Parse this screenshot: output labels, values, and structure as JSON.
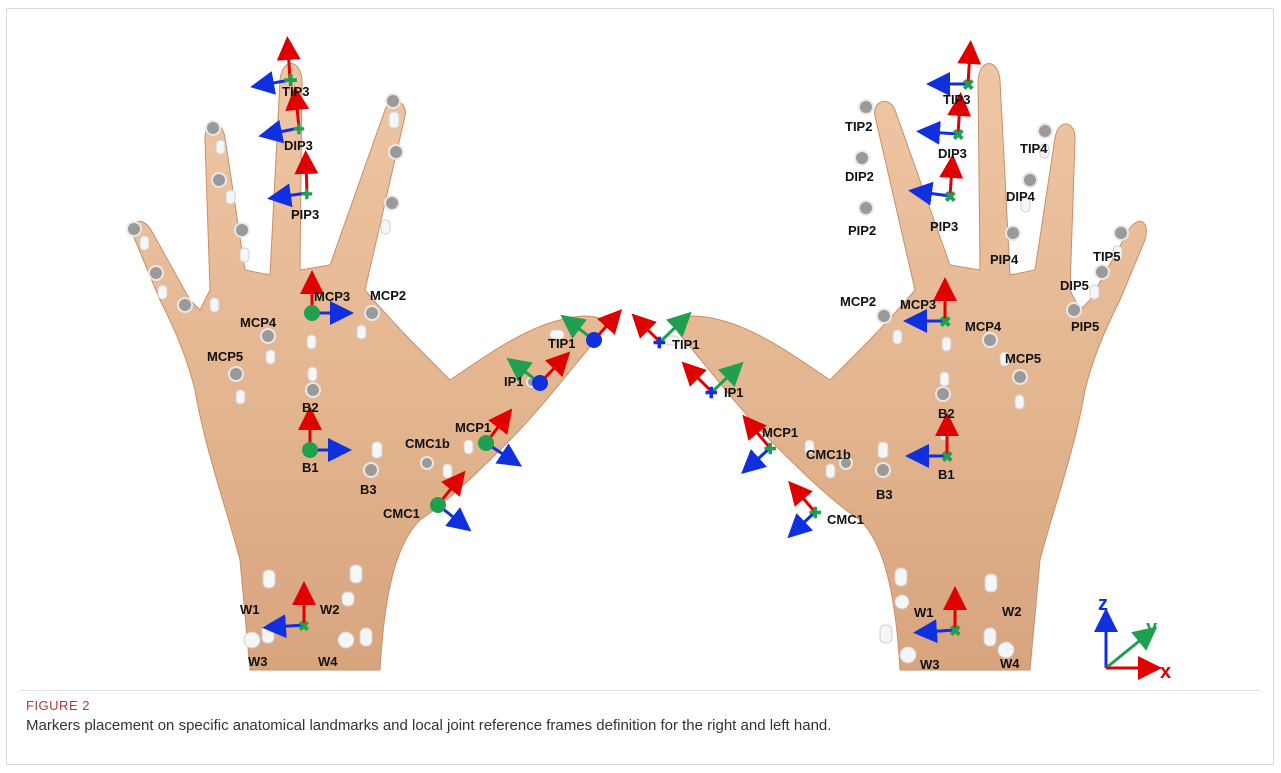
{
  "figure": {
    "caption_title": "FIGURE 2",
    "caption_text": "Markers placement on specific anatomical landmarks and local joint reference frames definition for the right and left hand."
  },
  "right_hand": {
    "labels": {
      "tip3": "TIP3",
      "dip3": "DIP3",
      "pip3": "PIP3",
      "mcp2": "MCP2",
      "mcp3": "MCP3",
      "mcp4": "MCP4",
      "mcp5": "MCP5",
      "tip1": "TIP1",
      "ip1": "IP1",
      "mcp1": "MCP1",
      "cmc1b": "CMC1b",
      "cmc1": "CMC1",
      "b1": "B1",
      "b2": "B2",
      "b3": "B3",
      "w1": "W1",
      "w2": "W2",
      "w3": "W3",
      "w4": "W4"
    }
  },
  "left_hand": {
    "labels": {
      "tip2": "TIP2",
      "dip2": "DIP2",
      "pip2": "PIP2",
      "tip3": "TIP3",
      "dip3": "DIP3",
      "pip3": "PIP3",
      "tip4": "TIP4",
      "dip4": "DIP4",
      "pip4": "PIP4",
      "tip5": "TIP5",
      "dip5": "DIP5",
      "pip5": "PIP5",
      "mcp2": "MCP2",
      "mcp3": "MCP3",
      "mcp4": "MCP4",
      "mcp5": "MCP5",
      "tip1": "TIP1",
      "ip1": "IP1",
      "mcp1": "MCP1",
      "cmc1b": "CMC1b",
      "cmc1": "CMC1",
      "b1": "B1",
      "b2": "B2",
      "b3": "B3",
      "w1": "W1",
      "w2": "W2",
      "w3": "W3",
      "w4": "W4"
    }
  },
  "axes_legend": {
    "z": "z",
    "y": "y",
    "x": "x"
  },
  "colors": {
    "skin": "#e2b48e",
    "skin_shade": "#c98f67",
    "marker_grey": "#9a9a9a",
    "marker_white": "#f4f4f4",
    "axis_red": "#e00000",
    "axis_green": "#1fa050",
    "axis_blue": "#1030e0",
    "joint_green": "#1fa050",
    "joint_blue": "#1030e0",
    "caption_title": "#b33a3a"
  }
}
